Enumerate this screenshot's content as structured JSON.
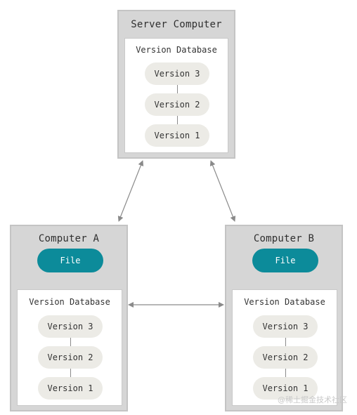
{
  "server": {
    "title": "Server Computer",
    "database_label": "Version Database",
    "versions": [
      "Version 3",
      "Version 2",
      "Version 1"
    ]
  },
  "computer_a": {
    "title": "Computer A",
    "file_label": "File",
    "database_label": "Version Database",
    "versions": [
      "Version 3",
      "Version 2",
      "Version 1"
    ]
  },
  "computer_b": {
    "title": "Computer B",
    "file_label": "File",
    "database_label": "Version Database",
    "versions": [
      "Version 3",
      "Version 2",
      "Version 1"
    ]
  },
  "watermark": "@稀土掘金技术社区",
  "colors": {
    "computer_fill": "#d6d6d6",
    "database_fill": "#ffffff",
    "version_fill": "#ecebe6",
    "file_fill": "#0c8b9a",
    "arrow": "#8a8a8a"
  }
}
